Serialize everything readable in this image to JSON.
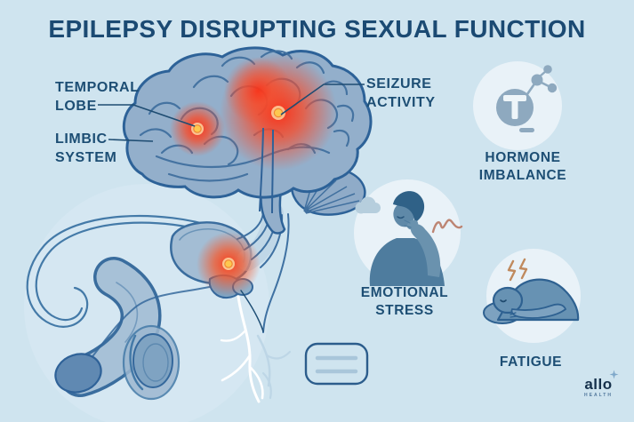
{
  "title": "EPILEPSY DISRUPTING SEXUAL FUNCTION",
  "brain_labels": [
    {
      "id": "temporal-lobe",
      "label": "TEMPORAL\nLOBE"
    },
    {
      "id": "limbic-system",
      "label": "LIMBIC\nSYSTEM"
    },
    {
      "id": "seizure-activity",
      "label": "SEIZURE\nACTIVITY"
    }
  ],
  "effects": [
    {
      "id": "hormone-imbalance",
      "label": "HORMONE\nIMBALANCE",
      "icon": "testosterone-molecule-icon"
    },
    {
      "id": "emotional-stress",
      "label": "EMOTIONAL\nSTRESS",
      "icon": "stressed-person-icon"
    },
    {
      "id": "fatigue",
      "label": "FATIGUE",
      "icon": "sleeping-person-icon"
    }
  ],
  "illustrations": [
    "brain-illustration",
    "male-reproductive-anatomy",
    "nerve-branches",
    "notes-card-icon"
  ],
  "hotspots": [
    {
      "id": "seizure-focus-hotspot"
    },
    {
      "id": "temporal-lobe-hotspot"
    },
    {
      "id": "pelvic-hotspot"
    }
  ],
  "logo": {
    "brand": "allo",
    "tagline": "HEALTH"
  },
  "colors": {
    "background": "#cfe4ef",
    "heading_navy": "#1b4a73",
    "brain_fill": "#93afcb",
    "brain_outline": "#2d6298",
    "gyri_line": "#41709f",
    "seizure_glow": "#f54e2e",
    "hotspot_dot": "#fdc84f",
    "badge_circle_fill": "#e9f2f8",
    "figure_blue": "#5d87a9",
    "molecule_gray_blue": "#8ea9bf",
    "accent_terracotta": "#bd8573",
    "nerve_white": "#ffffff"
  }
}
